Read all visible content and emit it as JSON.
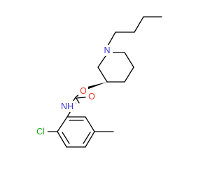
{
  "atoms": {
    "nitrogen_ring": {
      "text": "N",
      "color": "#3b3bd6"
    },
    "oxygen_ester": {
      "text": "O",
      "color": "#e03a2a"
    },
    "oxygen_carbonyl": {
      "text": "O",
      "color": "#e03a2a"
    },
    "nitrogen_amide": {
      "text": "NH",
      "color": "#3b3bd6"
    },
    "chlorine": {
      "text": "Cl",
      "color": "#1fa81f"
    }
  },
  "colors": {
    "bond": "#000000",
    "background": "#ffffff"
  }
}
